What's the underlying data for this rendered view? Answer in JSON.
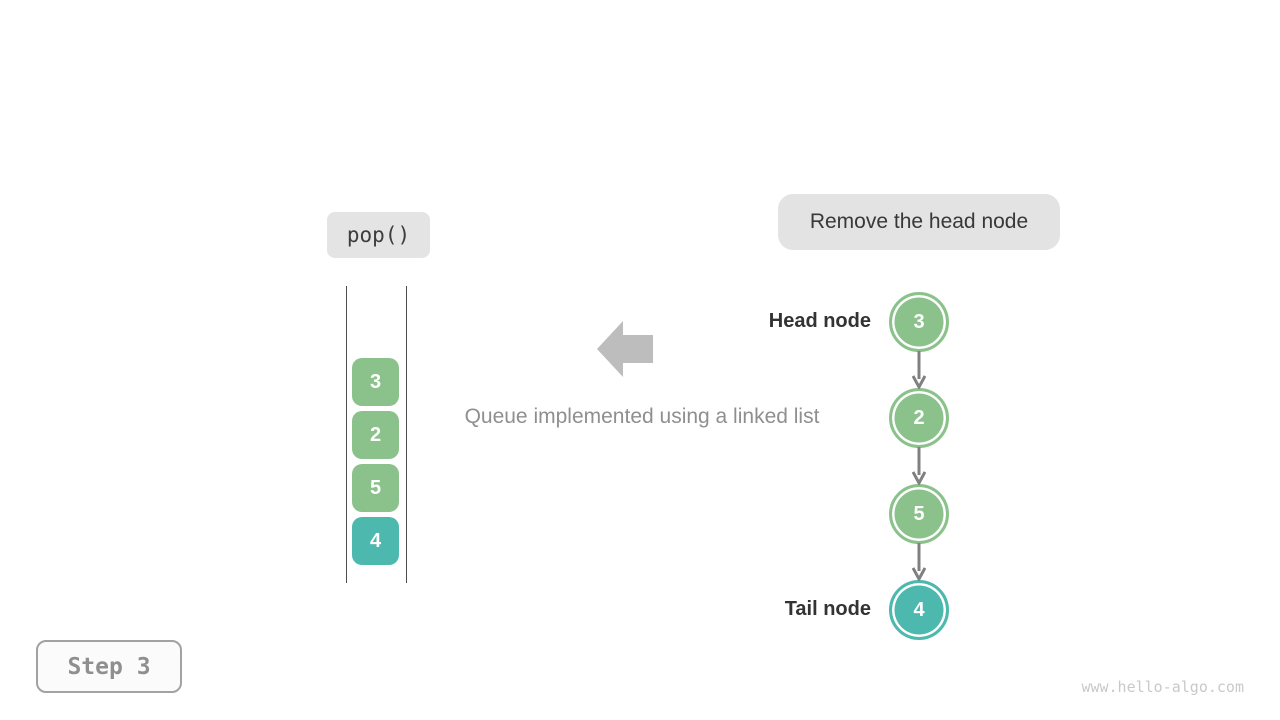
{
  "operation_label": "pop()",
  "annotation": "Remove the head node",
  "caption": "Queue implemented using a linked list",
  "step_label": "Step 3",
  "watermark": "www.hello-algo.com",
  "queue": {
    "items": [
      {
        "value": "3",
        "color": "green"
      },
      {
        "value": "2",
        "color": "green"
      },
      {
        "value": "5",
        "color": "green"
      },
      {
        "value": "4",
        "color": "teal"
      }
    ]
  },
  "linked_list": {
    "head_label": "Head node",
    "tail_label": "Tail node",
    "nodes": [
      {
        "value": "3",
        "color": "green",
        "role": "head"
      },
      {
        "value": "2",
        "color": "green",
        "role": ""
      },
      {
        "value": "5",
        "color": "green",
        "role": ""
      },
      {
        "value": "4",
        "color": "teal",
        "role": "tail"
      }
    ]
  },
  "colors": {
    "green": "#8bc28b",
    "teal": "#4db8ae",
    "arrow_gray": "#bdbdbd",
    "connector_gray": "#808080"
  }
}
